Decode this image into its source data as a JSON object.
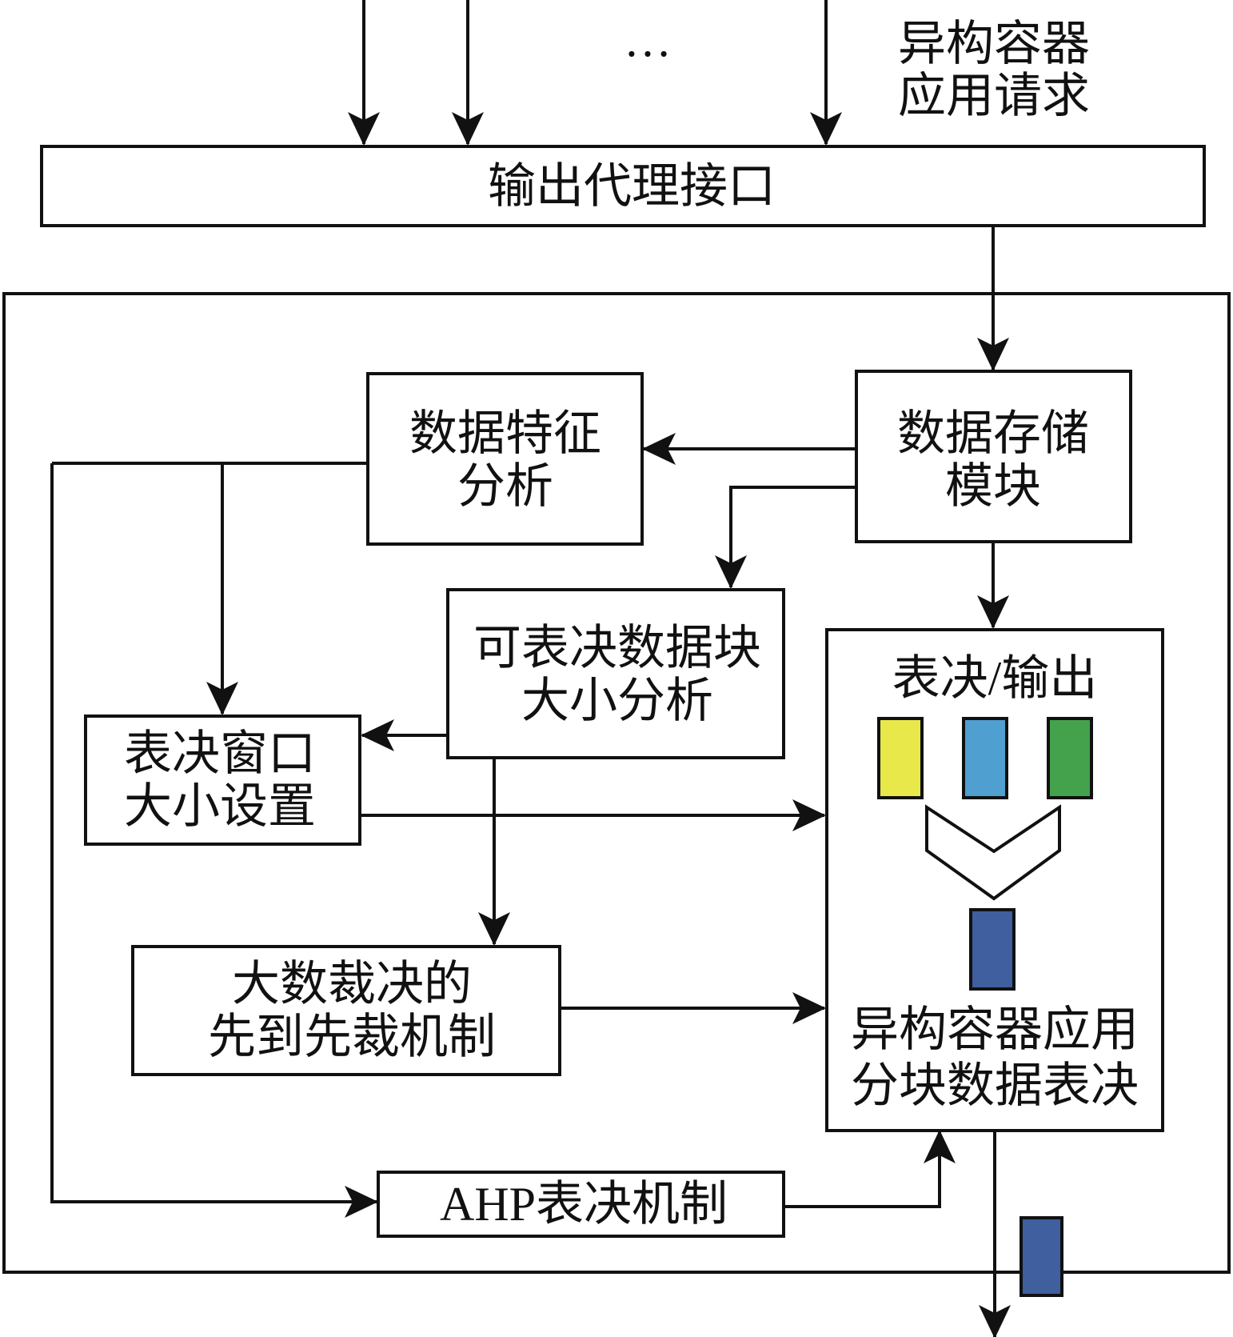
{
  "labels": {
    "requests_line1": "异构容器",
    "requests_line2": "应用请求",
    "ellipsis": "…",
    "proxy": "输出代理接口",
    "feature_line1": "数据特征",
    "feature_line2": "分析",
    "storage_line1": "数据存储",
    "storage_line2": "模块",
    "blocksize_line1": "可表决数据块",
    "blocksize_line2": "大小分析",
    "window_line1": "表决窗口",
    "window_line2": "大小设置",
    "firstcome_line1": "大数裁决的",
    "firstcome_line2": "先到先裁机制",
    "vote_title": "表决/输出",
    "vote_line1": "异构容器应用",
    "vote_line2": "分块数据表决",
    "ahp": "AHP表决机制"
  },
  "colors": {
    "block_yellow": "#e8e84a",
    "block_blue": "#4f9fd1",
    "block_green": "#44a14c",
    "block_output": "#3f5f9e"
  }
}
